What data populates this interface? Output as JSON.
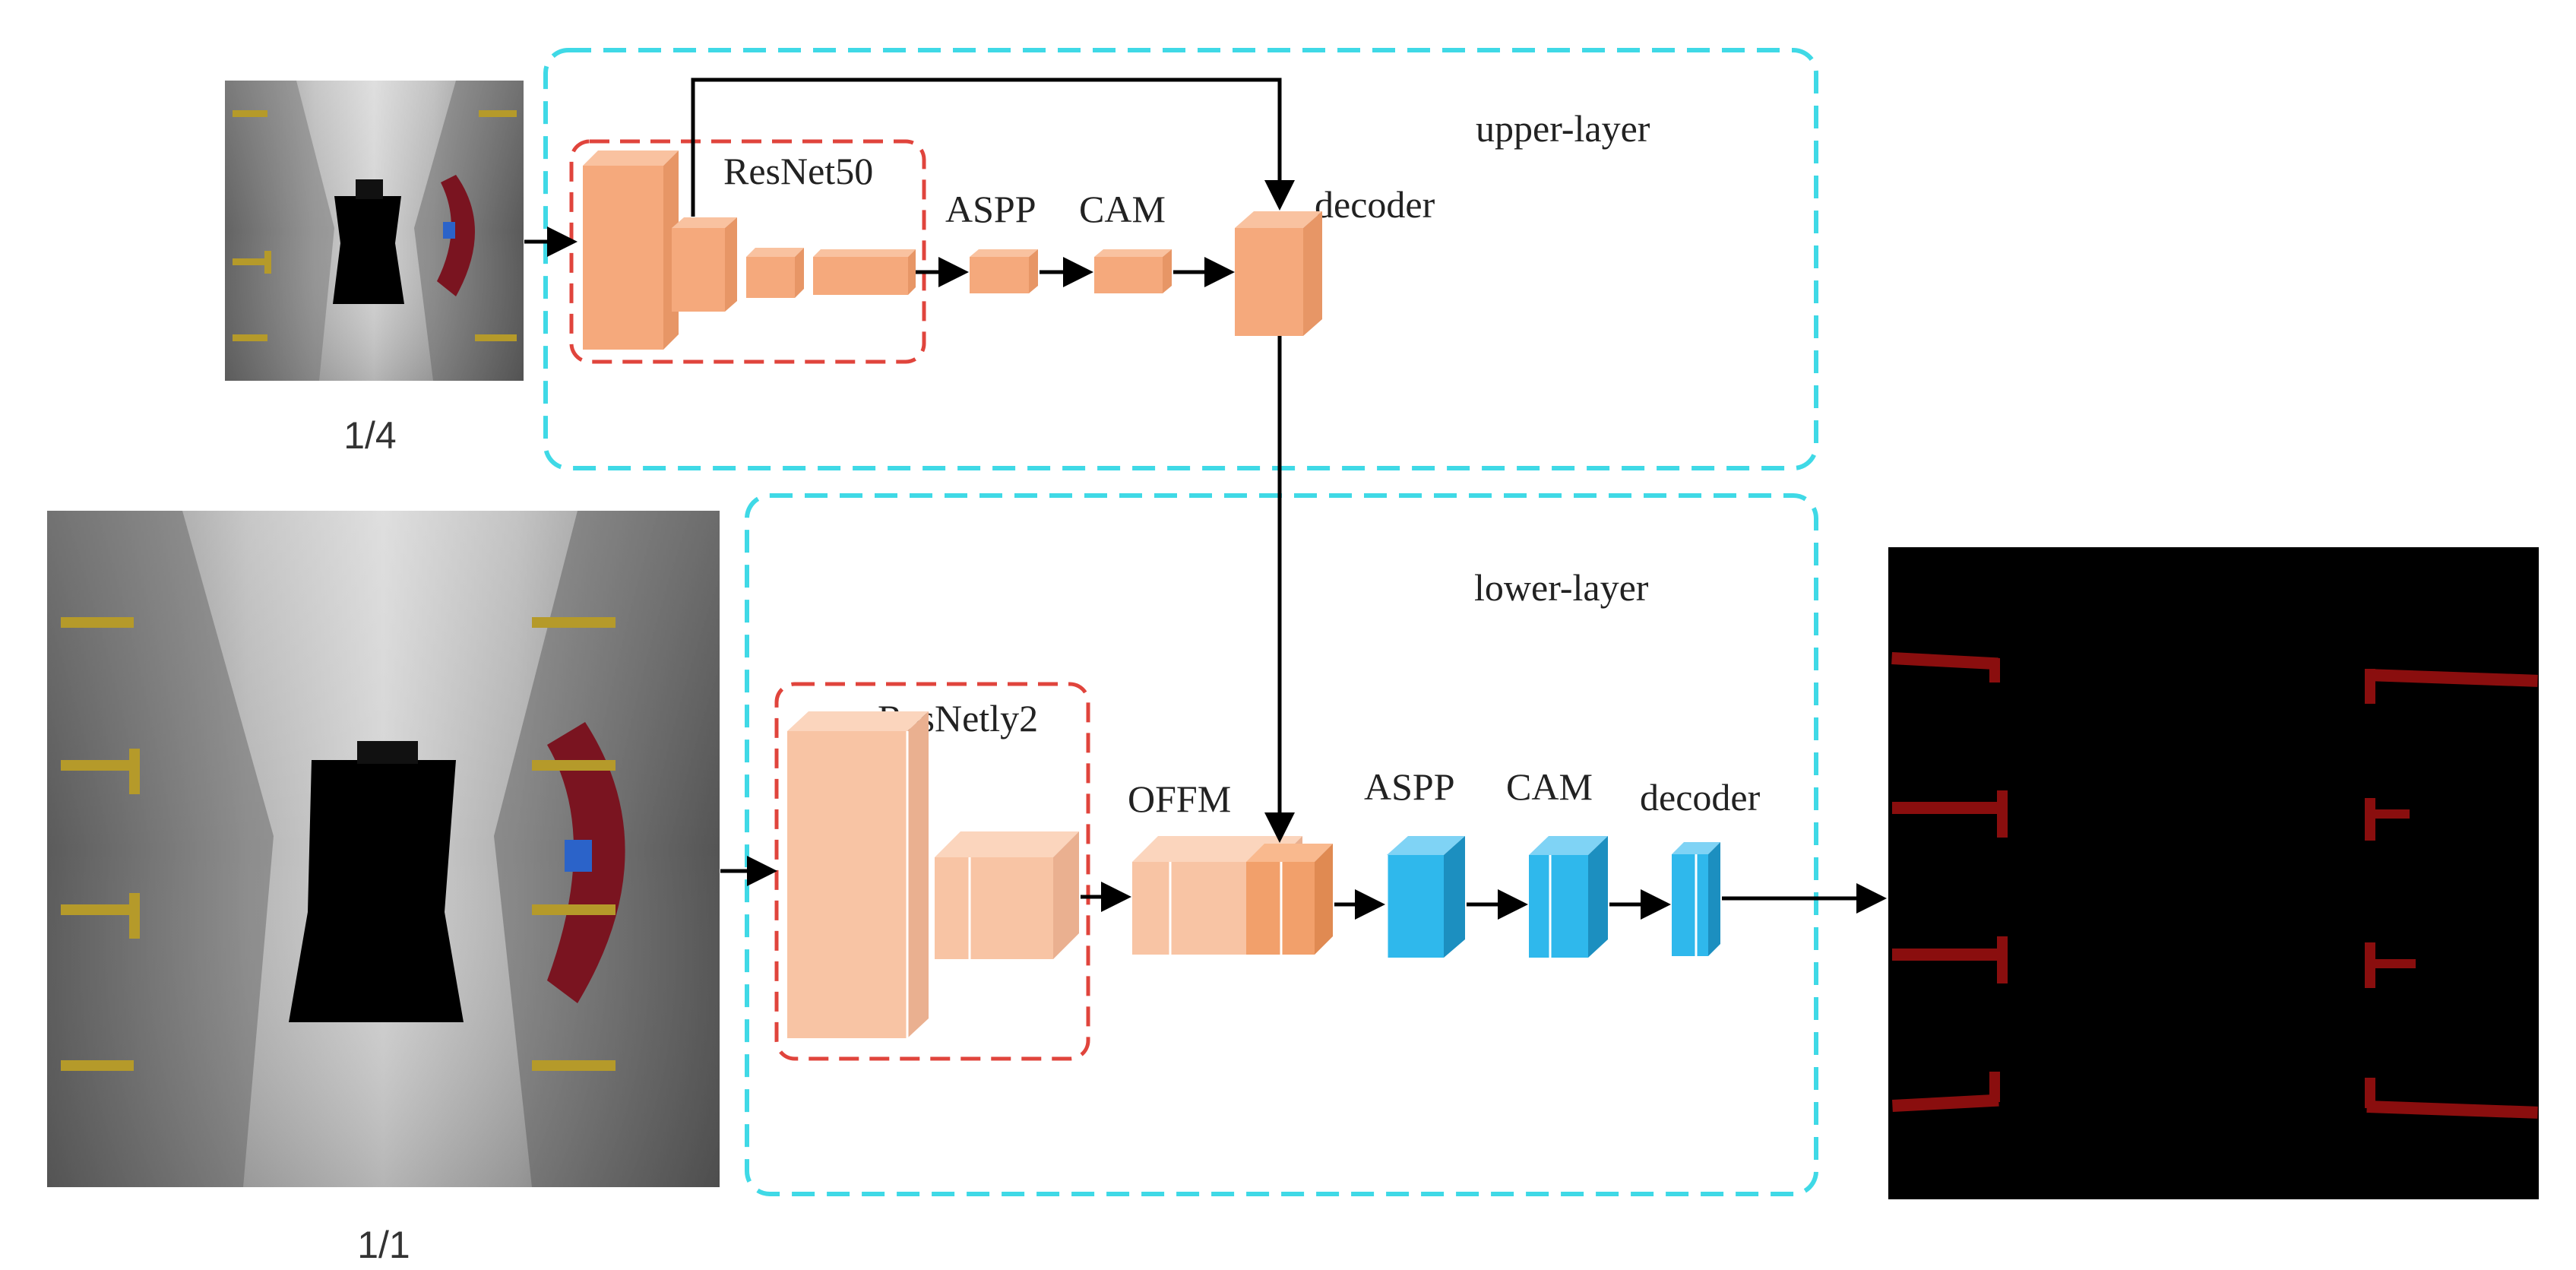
{
  "regions": {
    "upper": "upper-layer",
    "lower": "lower-layer"
  },
  "upper_branch": {
    "backbone": "ResNet50",
    "aspp": "ASPP",
    "cam": "CAM",
    "decoder": "decoder",
    "input_scale": "1/4"
  },
  "lower_branch": {
    "backbone": "ResNetly2",
    "fusion": "OFFM",
    "aspp": "ASPP",
    "cam": "CAM",
    "decoder": "decoder",
    "input_scale": "1/1"
  },
  "colors": {
    "region_border": "#3fd9e6",
    "backbone_border": "#e0443c",
    "upper_block": "#f5a97c",
    "lower_block": "#f8c4a4",
    "head_block": "#2fb8ec",
    "parking_line": "#8a0e0e",
    "output_background": "#000000"
  }
}
